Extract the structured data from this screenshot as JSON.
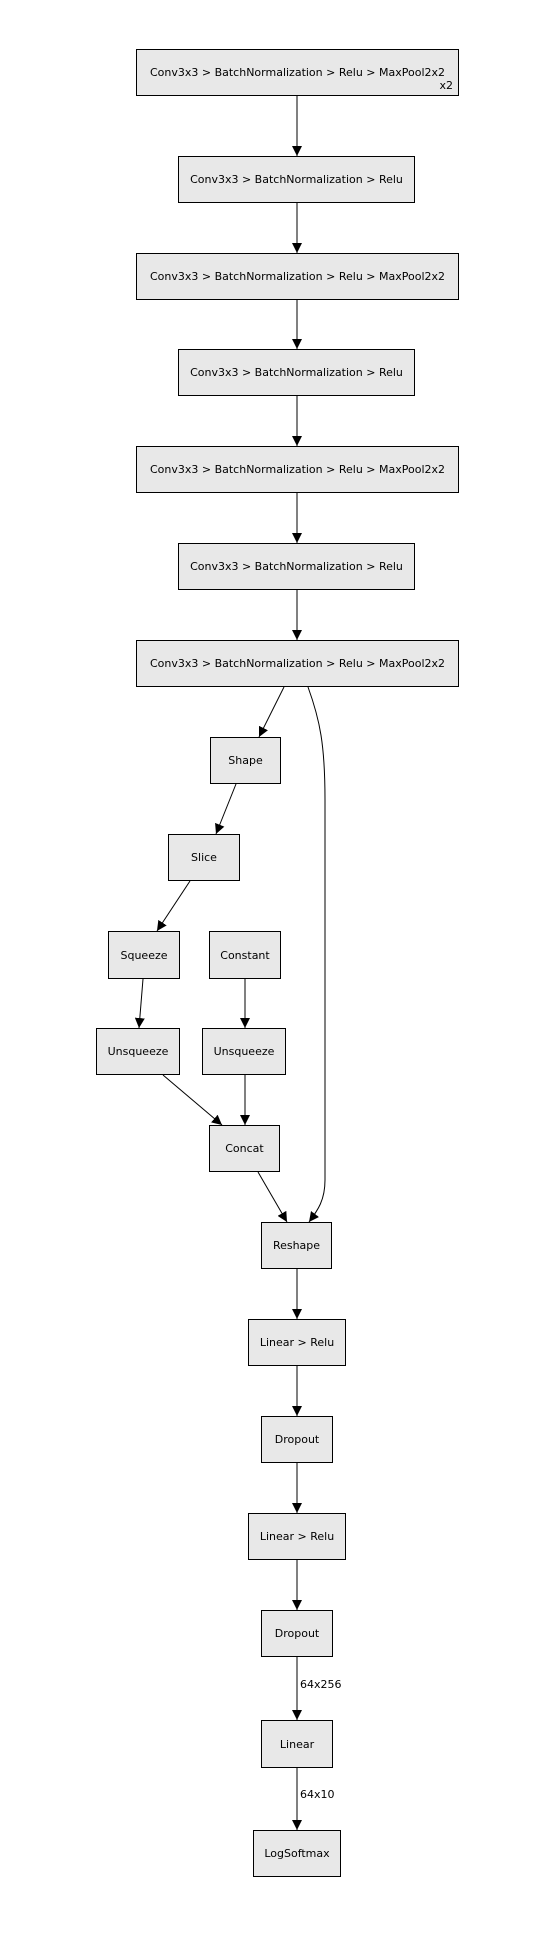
{
  "nodes": [
    {
      "id": "n1",
      "label": "Conv3x3 > BatchNormalization > Relu > MaxPool2x2",
      "repeat": "x2"
    },
    {
      "id": "n2",
      "label": "Conv3x3 > BatchNormalization > Relu"
    },
    {
      "id": "n3",
      "label": "Conv3x3 > BatchNormalization > Relu > MaxPool2x2"
    },
    {
      "id": "n4",
      "label": "Conv3x3 > BatchNormalization > Relu"
    },
    {
      "id": "n5",
      "label": "Conv3x3 > BatchNormalization > Relu > MaxPool2x2"
    },
    {
      "id": "n6",
      "label": "Conv3x3 > BatchNormalization > Relu"
    },
    {
      "id": "n7",
      "label": "Conv3x3 > BatchNormalization > Relu > MaxPool2x2"
    },
    {
      "id": "shape",
      "label": "Shape"
    },
    {
      "id": "slice",
      "label": "Slice"
    },
    {
      "id": "squeeze",
      "label": "Squeeze"
    },
    {
      "id": "constant",
      "label": "Constant"
    },
    {
      "id": "unsqueeze1",
      "label": "Unsqueeze"
    },
    {
      "id": "unsqueeze2",
      "label": "Unsqueeze"
    },
    {
      "id": "concat",
      "label": "Concat"
    },
    {
      "id": "reshape",
      "label": "Reshape"
    },
    {
      "id": "linear_relu1",
      "label": "Linear > Relu"
    },
    {
      "id": "dropout1",
      "label": "Dropout"
    },
    {
      "id": "linear_relu2",
      "label": "Linear > Relu"
    },
    {
      "id": "dropout2",
      "label": "Dropout"
    },
    {
      "id": "linear",
      "label": "Linear"
    },
    {
      "id": "logsoftmax",
      "label": "LogSoftmax"
    }
  ],
  "edges": [
    {
      "from": "n1",
      "to": "n2",
      "label": ""
    },
    {
      "from": "n2",
      "to": "n3",
      "label": ""
    },
    {
      "from": "n3",
      "to": "n4",
      "label": ""
    },
    {
      "from": "n4",
      "to": "n5",
      "label": ""
    },
    {
      "from": "n5",
      "to": "n6",
      "label": ""
    },
    {
      "from": "n6",
      "to": "n7",
      "label": ""
    },
    {
      "from": "n7",
      "to": "shape",
      "label": ""
    },
    {
      "from": "n7",
      "to": "reshape",
      "label": ""
    },
    {
      "from": "shape",
      "to": "slice",
      "label": ""
    },
    {
      "from": "slice",
      "to": "squeeze",
      "label": ""
    },
    {
      "from": "squeeze",
      "to": "unsqueeze1",
      "label": ""
    },
    {
      "from": "constant",
      "to": "unsqueeze2",
      "label": ""
    },
    {
      "from": "unsqueeze1",
      "to": "concat",
      "label": ""
    },
    {
      "from": "unsqueeze2",
      "to": "concat",
      "label": ""
    },
    {
      "from": "concat",
      "to": "reshape",
      "label": ""
    },
    {
      "from": "reshape",
      "to": "linear_relu1",
      "label": ""
    },
    {
      "from": "linear_relu1",
      "to": "dropout1",
      "label": ""
    },
    {
      "from": "dropout1",
      "to": "linear_relu2",
      "label": ""
    },
    {
      "from": "linear_relu2",
      "to": "dropout2",
      "label": ""
    },
    {
      "from": "dropout2",
      "to": "linear",
      "label": "64x256"
    },
    {
      "from": "linear",
      "to": "logsoftmax",
      "label": "64x10"
    }
  ],
  "colors": {
    "node_fill": "#e8e8e8",
    "stroke": "#000000",
    "background": "#ffffff"
  }
}
